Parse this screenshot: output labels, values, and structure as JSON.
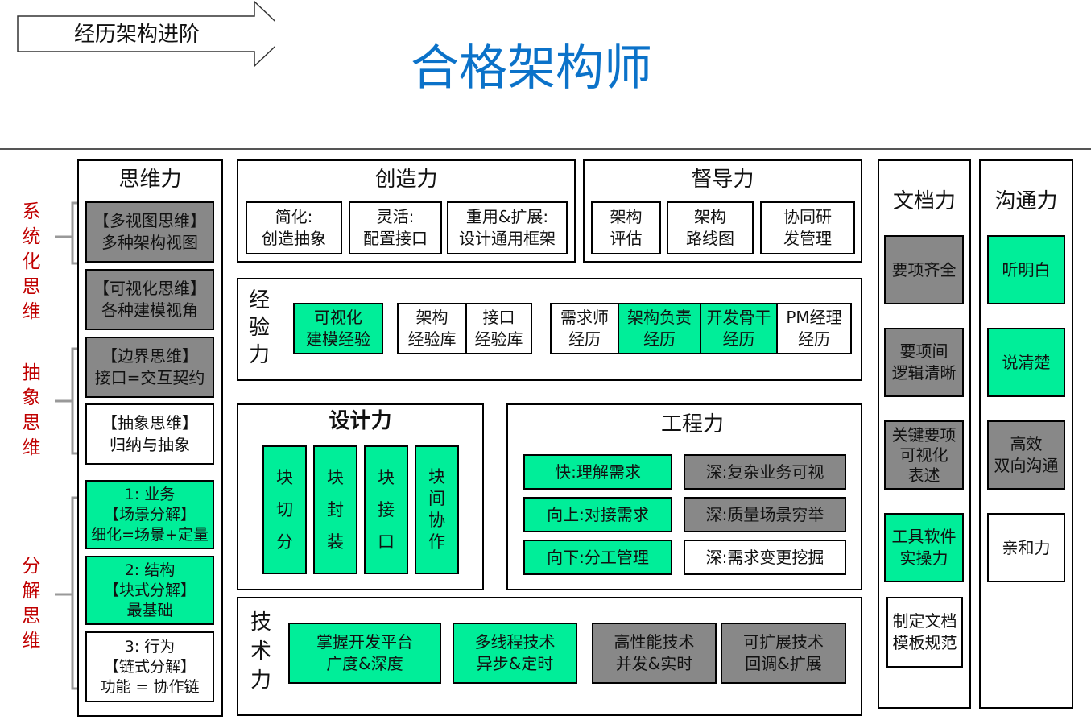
{
  "header": {
    "arrow_label": "经历架构进阶",
    "main_title": "合格架构师",
    "title_color": "#0b72c9"
  },
  "colors": {
    "gray": "#888888",
    "green": "#00ee99",
    "red_label": "#c00000"
  },
  "left_labels": [
    "系统化思维",
    "抽象思维",
    "分解思维"
  ],
  "thinking": {
    "title": "思维力",
    "items": [
      "【多视图思维】\n多种架构视图",
      "【可视化思维】\n各种建模视角",
      "【边界思维】\n接口=交互契约",
      "【抽象思维】\n归纳与抽象",
      "1:  业务\n【场景分解】\n细化=场景+定量",
      "2:  结构\n【块式分解】\n最基础",
      "3:  行为\n【链式分解】\n功能 = 协作链"
    ]
  },
  "creativity": {
    "title": "创造力",
    "items": [
      "简化:\n创造抽象",
      "灵活:\n配置接口",
      "重用&扩展:\n设计通用框架"
    ]
  },
  "supervision": {
    "title": "督导力",
    "items": [
      "架构\n评估",
      "架构\n路线图",
      "协同研\n发管理"
    ]
  },
  "experience": {
    "title": "经验力",
    "items": [
      "可视化\n建模经验",
      "架构\n经验库",
      "接口\n经验库",
      "需求师\n经历",
      "架构负责\n经历",
      "开发骨干\n经历",
      "PM经理\n经历"
    ]
  },
  "design": {
    "title": "设计力",
    "items": [
      "块切分",
      "块封装",
      "块接口",
      "块间协作"
    ]
  },
  "engineering": {
    "title": "工程力",
    "items": [
      "快:理解需求",
      "深:复杂业务可视",
      "向上:对接需求",
      "深:质量场景穷举",
      "向下:分工管理",
      "深:需求变更挖掘"
    ]
  },
  "technology": {
    "title": "技术力",
    "items": [
      "掌握开发平台\n广度&深度",
      "多线程技术\n异步&定时",
      "高性能技术\n并发&实时",
      "可扩展技术\n回调&扩展"
    ]
  },
  "documentation": {
    "title": "文档力",
    "items": [
      "要项齐全",
      "要项间\n逻辑清晰",
      "关键要项\n可视化\n表述",
      "工具软件\n实操力",
      "制定文档\n模板规范"
    ]
  },
  "communication": {
    "title": "沟通力",
    "items": [
      "听明白",
      "说清楚",
      "高效\n双向沟通",
      "亲和力"
    ]
  }
}
